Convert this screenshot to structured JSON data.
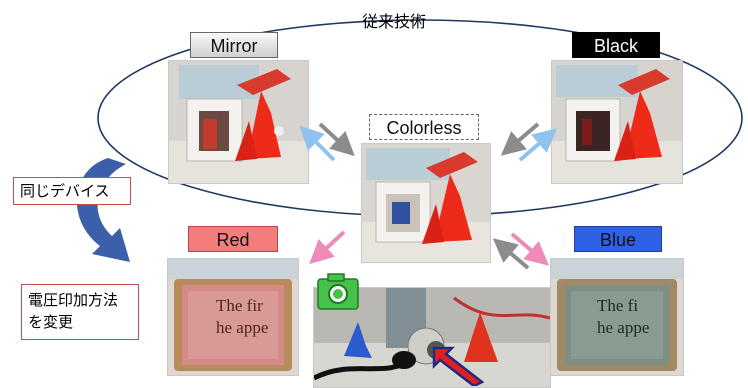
{
  "title": "従来技術",
  "states": {
    "mirror": "Mirror",
    "black": "Black",
    "colorless": "Colorless",
    "red": "Red",
    "blue": "Blue"
  },
  "sample_text": {
    "red_line1": "The fir",
    "red_line2": "he appe",
    "blue_line1": "The fi",
    "blue_line2": "he appe"
  },
  "notes": {
    "same_device": "同じデバイス",
    "change_method_line1": "電圧印加方法",
    "change_method_line2": "を変更"
  },
  "colors": {
    "ellipse": "#1f3864",
    "ring_arrow": "#3b5fa8",
    "note_border": "#c0504d",
    "arrow_gray": "#8c8c8c",
    "arrow_blue": "#8fc3ee",
    "arrow_pink": "#f08ab8",
    "red_label": "#f17d7d",
    "blue_label": "#2e62e6",
    "camera": "#45c24a"
  },
  "icons": [
    "camera-icon",
    "curved-arrow-icon",
    "state-transition-arrow"
  ]
}
